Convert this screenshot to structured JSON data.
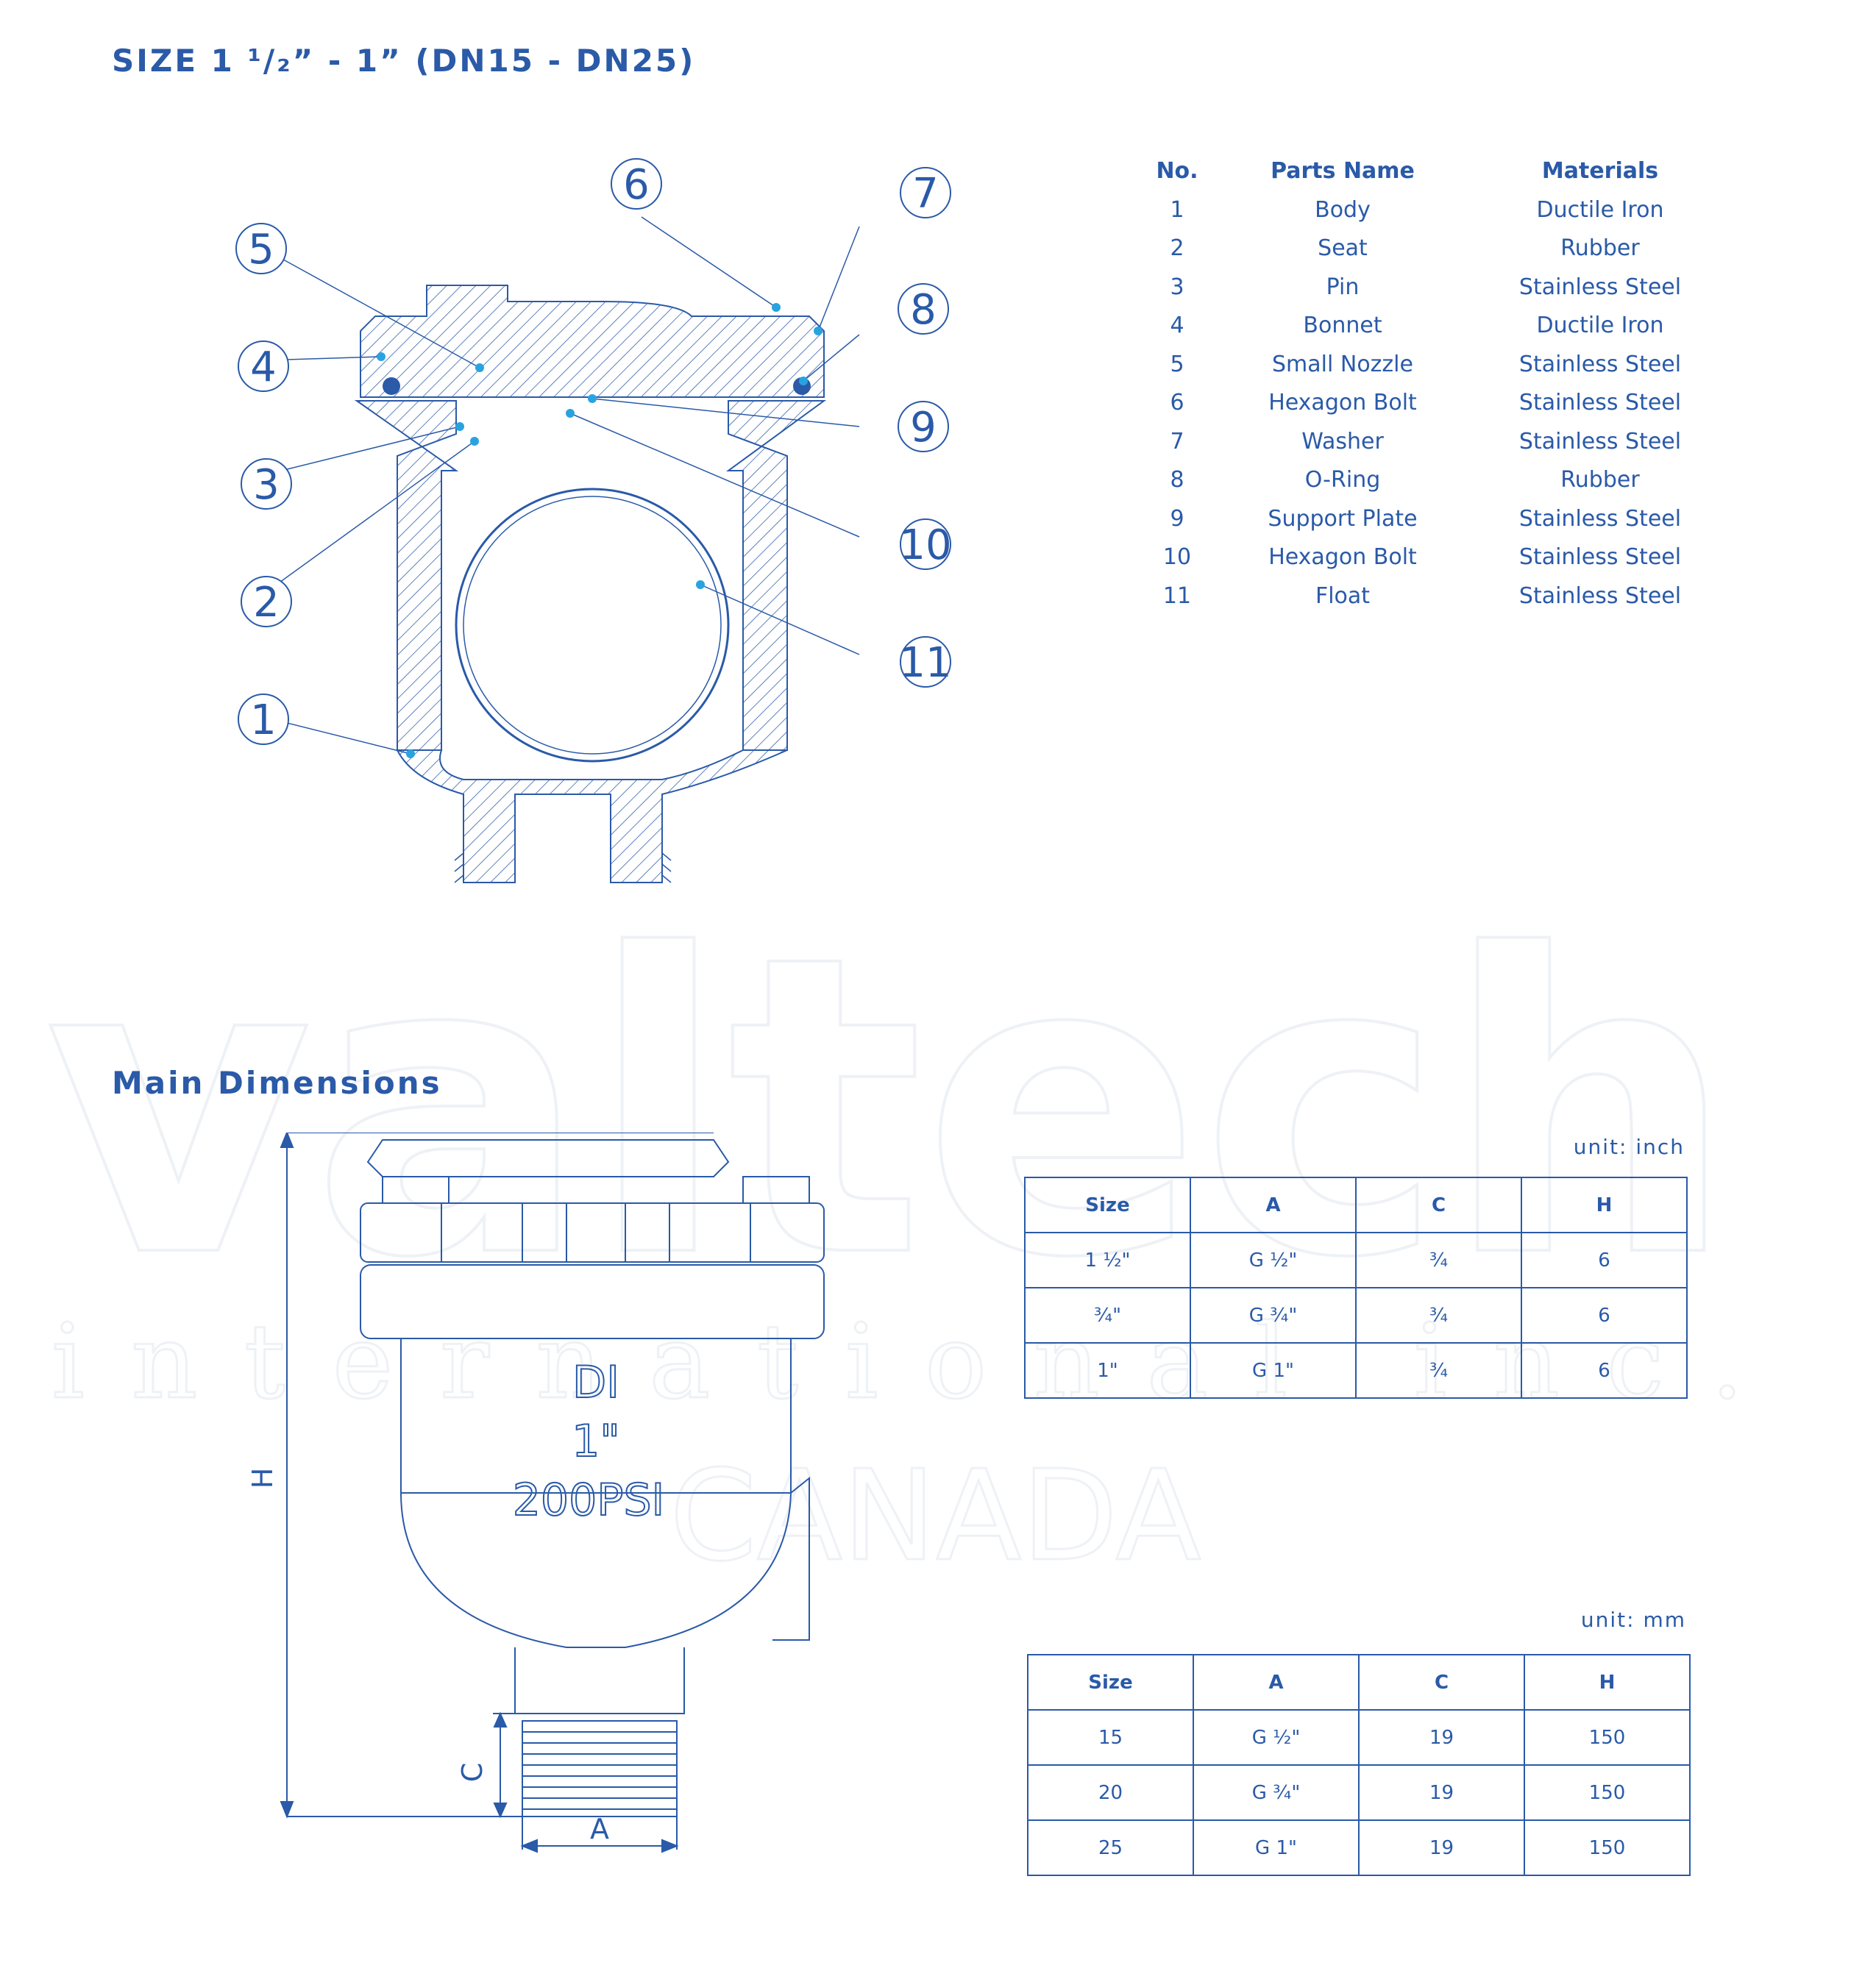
{
  "header": {
    "size_title": "SIZE 1 ¹/₂” - 1” (DN15 - DN25)"
  },
  "parts": {
    "headers": {
      "no": "No.",
      "name": "Parts Name",
      "material": "Materials"
    },
    "rows": [
      {
        "no": "1",
        "name": "Body",
        "material": "Ductile Iron"
      },
      {
        "no": "2",
        "name": "Seat",
        "material": "Rubber"
      },
      {
        "no": "3",
        "name": "Pin",
        "material": "Stainless Steel"
      },
      {
        "no": "4",
        "name": "Bonnet",
        "material": "Ductile Iron"
      },
      {
        "no": "5",
        "name": "Small Nozzle",
        "material": "Stainless Steel"
      },
      {
        "no": "6",
        "name": "Hexagon Bolt",
        "material": "Stainless Steel"
      },
      {
        "no": "7",
        "name": "Washer",
        "material": "Stainless Steel"
      },
      {
        "no": "8",
        "name": "O-Ring",
        "material": "Rubber"
      },
      {
        "no": "9",
        "name": "Support Plate",
        "material": "Stainless Steel"
      },
      {
        "no": "10",
        "name": "Hexagon Bolt",
        "material": "Stainless Steel"
      },
      {
        "no": "11",
        "name": "Float",
        "material": "Stainless Steel"
      }
    ]
  },
  "callouts": [
    "1",
    "2",
    "3",
    "4",
    "5",
    "6",
    "7",
    "8",
    "9",
    "10",
    "11"
  ],
  "main_dimensions": {
    "title": "Main Dimensions",
    "drawing_labels": {
      "H": "H",
      "C": "C",
      "A": "A",
      "body_text_1": "DI",
      "body_text_2": "1\"",
      "body_text_3": "200PSI"
    }
  },
  "inch_table": {
    "unit": "unit: inch",
    "headers": [
      "Size",
      "A",
      "C",
      "H"
    ],
    "rows": [
      [
        "1 ½\"",
        "G ½\"",
        "¾",
        "6"
      ],
      [
        "¾\"",
        "G ¾\"",
        "¾",
        "6"
      ],
      [
        "1\"",
        "G 1\"",
        "¾",
        "6"
      ]
    ]
  },
  "mm_table": {
    "unit": "unit: mm",
    "headers": [
      "Size",
      "A",
      "C",
      "H"
    ],
    "rows": [
      [
        "15",
        "G ½\"",
        "19",
        "150"
      ],
      [
        "20",
        "G ¾\"",
        "19",
        "150"
      ],
      [
        "25",
        "G 1\"",
        "19",
        "150"
      ]
    ]
  },
  "watermark": {
    "brand": "valtech",
    "sub": "international inc.",
    "country": "CANADA"
  },
  "colors": {
    "primary": "#2a5aa8",
    "accent_dot": "#29a3e0",
    "watermark": "#eceff3"
  }
}
